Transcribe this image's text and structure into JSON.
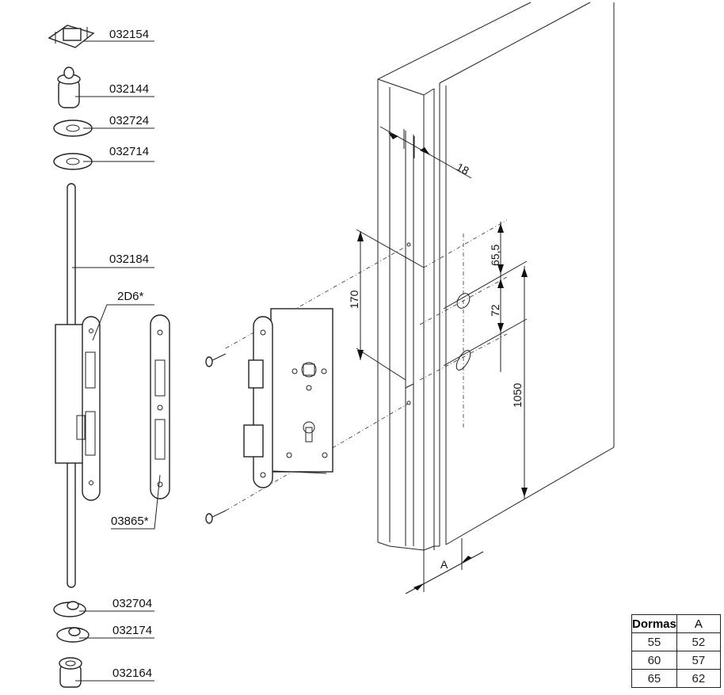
{
  "parts": {
    "p032154": "032154",
    "p032144": "032144",
    "p032724": "032724",
    "p032714": "032714",
    "p032184": "032184",
    "p2D6": "2D6*",
    "p03865": "03865*",
    "p032704": "032704",
    "p032174": "032174",
    "p032164": "032164"
  },
  "dimensions": {
    "d18": "18",
    "d170": "170",
    "d655": "65,5",
    "d72": "72",
    "d1050": "1050",
    "dA": "A"
  },
  "table": {
    "headers": [
      "Dormas",
      "A"
    ],
    "rows": [
      [
        "55",
        "52"
      ],
      [
        "60",
        "57"
      ],
      [
        "65",
        "62"
      ]
    ]
  }
}
